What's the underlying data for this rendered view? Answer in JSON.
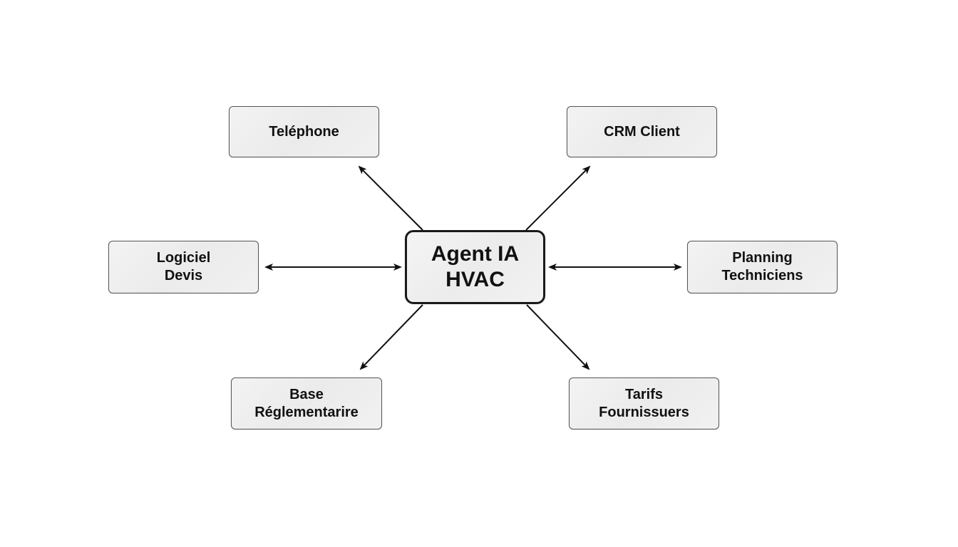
{
  "center": {
    "lines": [
      "Agent IA",
      "HVAC"
    ]
  },
  "nodes": {
    "telephone": {
      "lines": [
        "Teléphone"
      ]
    },
    "crm": {
      "lines": [
        "CRM Client"
      ]
    },
    "logiciel": {
      "lines": [
        "Logiciel",
        "Devis"
      ]
    },
    "planning": {
      "lines": [
        "Planning",
        "Techniciens"
      ]
    },
    "base": {
      "lines": [
        "Base",
        "Réglementarire"
      ]
    },
    "tarifs": {
      "lines": [
        "Tarifs",
        "Fournissuers"
      ]
    }
  },
  "edges": [
    {
      "from": "center",
      "to": "telephone",
      "direction": "to"
    },
    {
      "from": "center",
      "to": "crm",
      "direction": "to"
    },
    {
      "from": "center",
      "to": "logiciel",
      "direction": "both"
    },
    {
      "from": "center",
      "to": "planning",
      "direction": "both"
    },
    {
      "from": "center",
      "to": "base",
      "direction": "to"
    },
    {
      "from": "center",
      "to": "tarifs",
      "direction": "to"
    }
  ],
  "colors": {
    "stroke": "#111111",
    "node_border": "#555555",
    "center_border": "#1a1a1a",
    "node_fill": "#eeeeee"
  }
}
